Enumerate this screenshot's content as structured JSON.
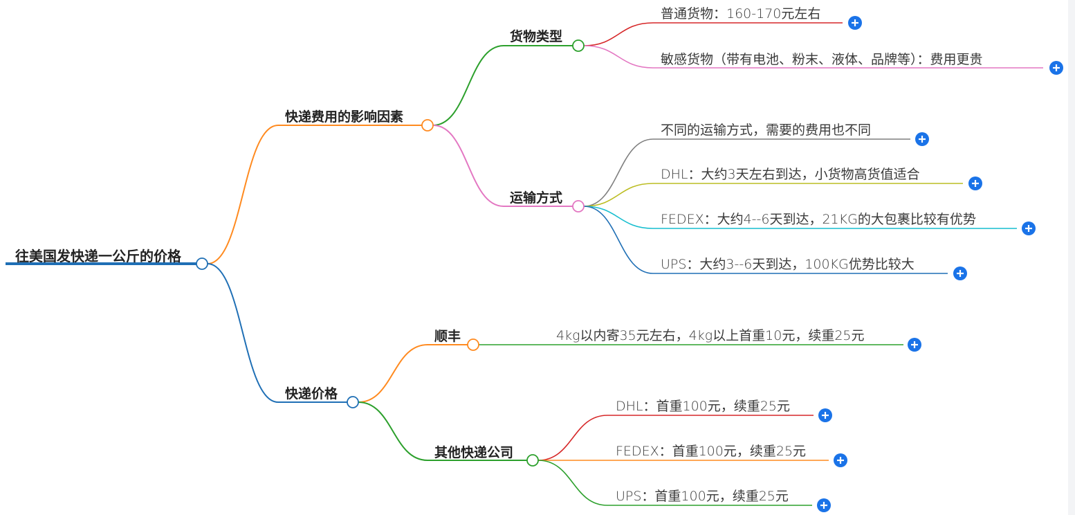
{
  "mindmap": {
    "root": {
      "label": "往美国发快递一公斤的价格",
      "color": "#1f6fb5"
    },
    "branches": [
      {
        "label": "快递费用的影响因素",
        "color": "#ff8a1f",
        "children": [
          {
            "label": "货物类型",
            "color": "#2ca02c",
            "children": [
              {
                "label": "普通货物：160-170元左右",
                "color": "#d62728"
              },
              {
                "label": "敏感货物（带有电池、粉末、液体、品牌等）：费用更贵",
                "color": "#e377c2"
              }
            ]
          },
          {
            "label": "运输方式",
            "color": "#e377c2",
            "children": [
              {
                "label": "不同的运输方式，需要的费用也不同",
                "color": "#7f7f7f"
              },
              {
                "label": "DHL：大约3天左右到达，小货物高货值适合",
                "color": "#bcbd22"
              },
              {
                "label": "FEDEX：大约4--6天到达，21KG的大包裹比较有优势",
                "color": "#17becf"
              },
              {
                "label": "UPS：大约3--6天到达，100KG优势比较大",
                "color": "#1f6fb5"
              }
            ]
          }
        ]
      },
      {
        "label": "快递价格",
        "color": "#1f6fb5",
        "children": [
          {
            "label": "顺丰",
            "color": "#ff8a1f",
            "children": [
              {
                "label": "4kg以内寄35元左右，4kg以上首重10元，续重25元",
                "color": "#2ca02c"
              }
            ]
          },
          {
            "label": "其他快递公司",
            "color": "#2ca02c",
            "children": [
              {
                "label": "DHL：首重100元，续重25元",
                "color": "#d62728"
              },
              {
                "label": "FEDEX：首重100元，续重25元",
                "color": "#ff8a1f"
              },
              {
                "label": "UPS：首重100元，续重25元",
                "color": "#2ca02c"
              }
            ]
          }
        ]
      }
    ],
    "expand_icon": "plus-circle-icon",
    "expand_color": "#1a73e8"
  }
}
